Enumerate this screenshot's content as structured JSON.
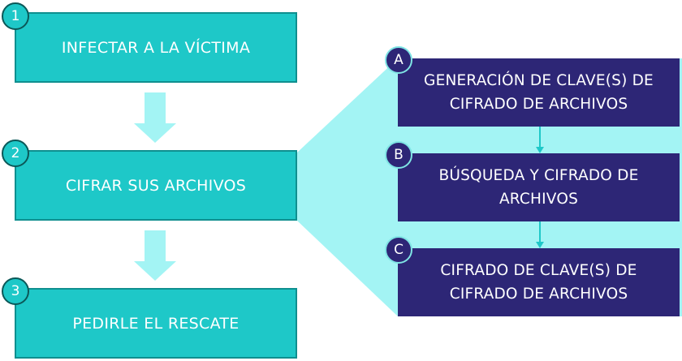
{
  "diagram": {
    "steps": [
      {
        "badge": "1",
        "label": "INFECTAR A LA VÍCTIMA"
      },
      {
        "badge": "2",
        "label": "CIFRAR SUS ARCHIVOS"
      },
      {
        "badge": "3",
        "label": "PEDIRLE EL RESCATE"
      }
    ],
    "substeps": [
      {
        "badge": "A",
        "label": "GENERACIÓN DE CLAVE(S) DE CIFRADO DE ARCHIVOS"
      },
      {
        "badge": "B",
        "label": "BÚSQUEDA Y CIFRADO DE ARCHIVOS"
      },
      {
        "badge": "C",
        "label": "CIFRADO DE CLAVE(S) DE CIFRADO DE ARCHIVOS"
      }
    ],
    "colors": {
      "main_fill": "#1ec8c8",
      "sub_fill": "#2d2676",
      "connector_fill": "#a3f4f4",
      "arrow_fill": "#a3f4f4",
      "sub_arrow": "#1ec8c8"
    }
  }
}
